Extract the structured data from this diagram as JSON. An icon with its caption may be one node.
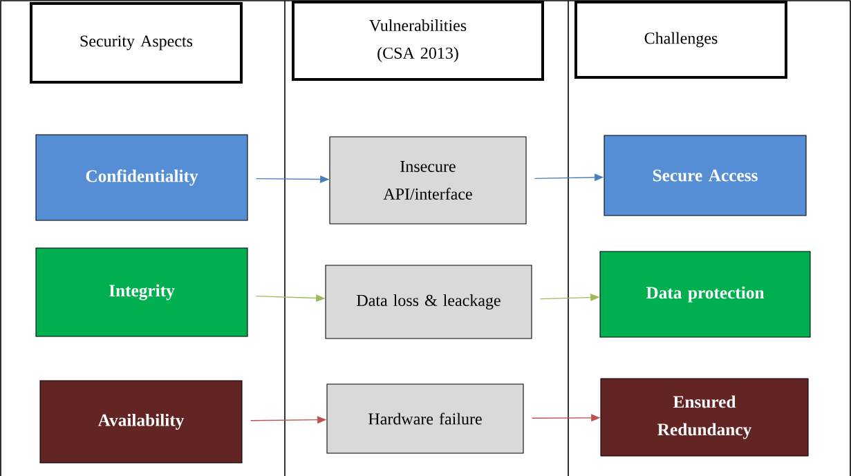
{
  "diagram": {
    "nodes": [
      {
        "text": [
          "Security Aspects"
        ]
      },
      {
        "text": [
          "Vulnerabilities (CSA 2013)"
        ]
      },
      {
        "text": [
          "Challenges"
        ]
      },
      {
        "text": [
          "Confidentiality"
        ]
      },
      {
        "text": [
          "Insecure API/interface"
        ]
      },
      {
        "text": [
          "Secure Access"
        ]
      },
      {
        "text": [
          "Integrity"
        ]
      },
      {
        "text": [
          "Data loss & leackage"
        ]
      },
      {
        "text": [
          "Data protection"
        ]
      },
      {
        "text": [
          "Availability"
        ]
      },
      {
        "text": [
          "Hardware failure"
        ]
      },
      {
        "text": [
          "Ensured Redundancy"
        ]
      }
    ],
    "edges": [
      {
        "from": 3,
        "to": 4,
        "arrow": "to",
        "color": "#4a7ebb"
      },
      {
        "from": 4,
        "to": 5,
        "arrow": "to",
        "color": "#4a7ebb"
      },
      {
        "from": 6,
        "to": 7,
        "arrow": "to",
        "color": "#9bbb59"
      },
      {
        "from": 7,
        "to": 8,
        "arrow": "to",
        "color": "#9bbb59"
      },
      {
        "from": 9,
        "to": 10,
        "arrow": "to",
        "color": "#c0504d"
      },
      {
        "from": 10,
        "to": 11,
        "arrow": "to",
        "color": "#c0504d"
      }
    ]
  }
}
